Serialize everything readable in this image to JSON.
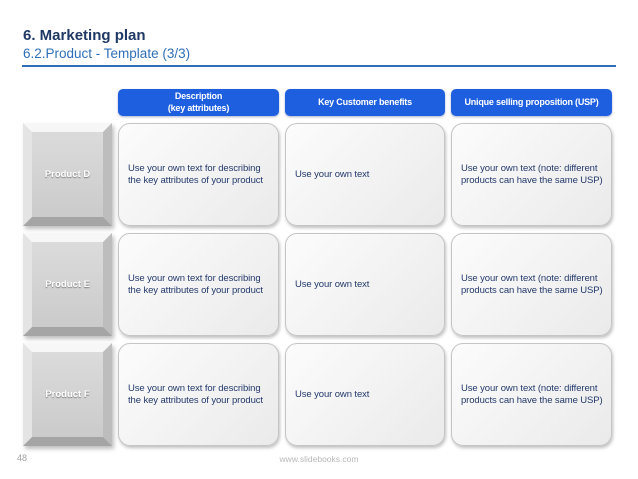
{
  "slide": {
    "title": "6. Marketing plan",
    "subtitle": "6.2.Product - Template (3/3)",
    "page_number": "48",
    "footer_url": "www.slidebooks.com"
  },
  "table": {
    "headers": {
      "description": "Description\n(key attributes)",
      "benefits": "Key Customer benefits",
      "usp": "Unique selling proposition (USP)"
    },
    "rows": [
      {
        "product": "Product D",
        "description": "Use your own text for describing the key attributes of your product",
        "benefits": "Use your own text",
        "usp": "Use your own text (note: different products can have the same USP)"
      },
      {
        "product": "Product E",
        "description": "Use your own text for describing the key attributes of your product",
        "benefits": "Use your own text",
        "usp": "Use your own text (note: different products can have the same USP)"
      },
      {
        "product": "Product F",
        "description": "Use your own text for describing the key attributes of your product",
        "benefits": "Use your own text",
        "usp": "Use your own text (note: different products can have the same USP)"
      }
    ]
  },
  "colors": {
    "title_navy": "#1f3864",
    "subtitle_blue": "#2e6fb7",
    "header_blue": "#1e5fdf",
    "cell_text_navy": "#23396b",
    "product_box_gray": "#d3d3d3",
    "footer_gray": "#a8a8a8"
  }
}
